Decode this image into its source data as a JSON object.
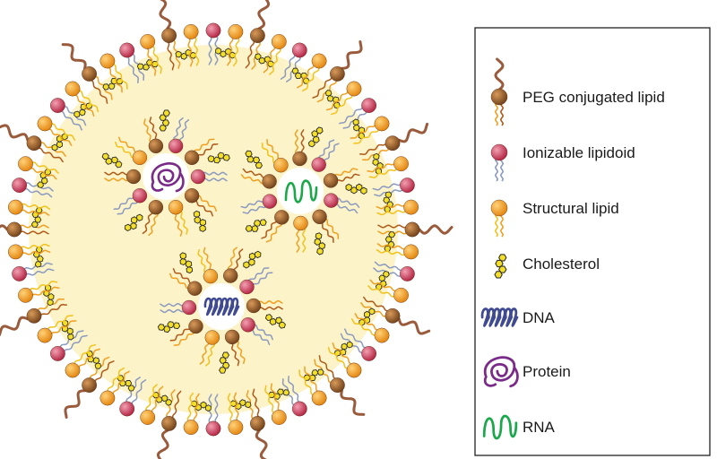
{
  "colors": {
    "core_fill": "#fdf3c9",
    "peg_head": "#8b5a2b",
    "peg_tail": "#9a5b3c",
    "ionizable_head": "#d4365a",
    "structural_head": "#f09a1e",
    "tail_orange": "#f0a020",
    "tail_brown": "#b05a18",
    "tail_blue": "#8a9ac0",
    "tail_yellow": "#f2c21a",
    "cholesterol": "#f3df2a",
    "dna": "#3f4a93",
    "protein": "#7a2a88",
    "rna": "#1aa84a"
  },
  "legend": {
    "items": [
      {
        "key": "peg",
        "label": "PEG conjugated lipid",
        "icon": "peg-lipid-icon"
      },
      {
        "key": "ionizable",
        "label": "Ionizable lipidoid",
        "icon": "ionizable-lipid-icon"
      },
      {
        "key": "structural",
        "label": "Structural lipid",
        "icon": "structural-lipid-icon"
      },
      {
        "key": "cholesterol",
        "label": "Cholesterol",
        "icon": "cholesterol-icon"
      },
      {
        "key": "dna",
        "label": "DNA",
        "icon": "dna-icon"
      },
      {
        "key": "protein",
        "label": "Protein",
        "icon": "protein-icon"
      },
      {
        "key": "rna",
        "label": "RNA",
        "icon": "rna-icon"
      }
    ]
  },
  "particle": {
    "outer_head_sequence": [
      "ionizable",
      "structural",
      "peg",
      "structural",
      "ionizable",
      "structural",
      "peg",
      "structural"
    ],
    "inner_micelles": [
      {
        "cargo": "protein"
      },
      {
        "cargo": "rna"
      },
      {
        "cargo": "dna"
      }
    ]
  }
}
